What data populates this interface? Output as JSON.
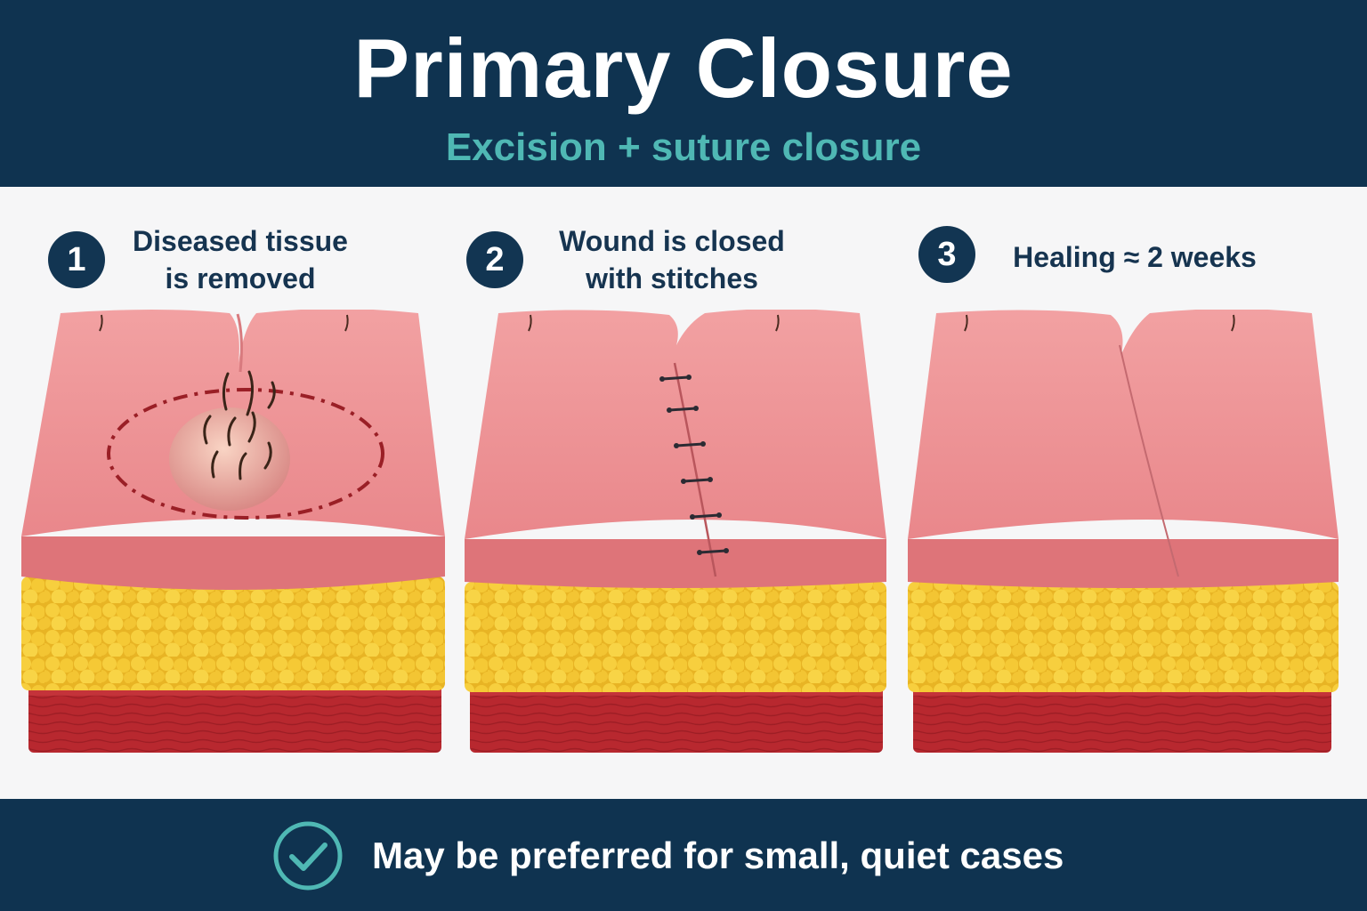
{
  "header": {
    "title": "Primary Closure",
    "subtitle": "Excision + suture closure"
  },
  "steps": [
    {
      "number": "1",
      "label": "Diseased tissue\nis removed",
      "icon": "skin-lesion-excision"
    },
    {
      "number": "2",
      "label": "Wound is closed\nwith stitches",
      "icon": "sutured-wound"
    },
    {
      "number": "3",
      "label": "Healing ≈ 2 weeks",
      "icon": "healed-scar"
    }
  ],
  "footer": {
    "text": "May be preferred for small, quiet cases",
    "icon": "check-circle-icon"
  },
  "colors": {
    "navy": "#0f3350",
    "teal": "#4fb8b4",
    "skin": "#ec8f92",
    "fat": "#f2c534",
    "muscle": "#b8282f",
    "dashed_outline": "#9a1f26"
  }
}
